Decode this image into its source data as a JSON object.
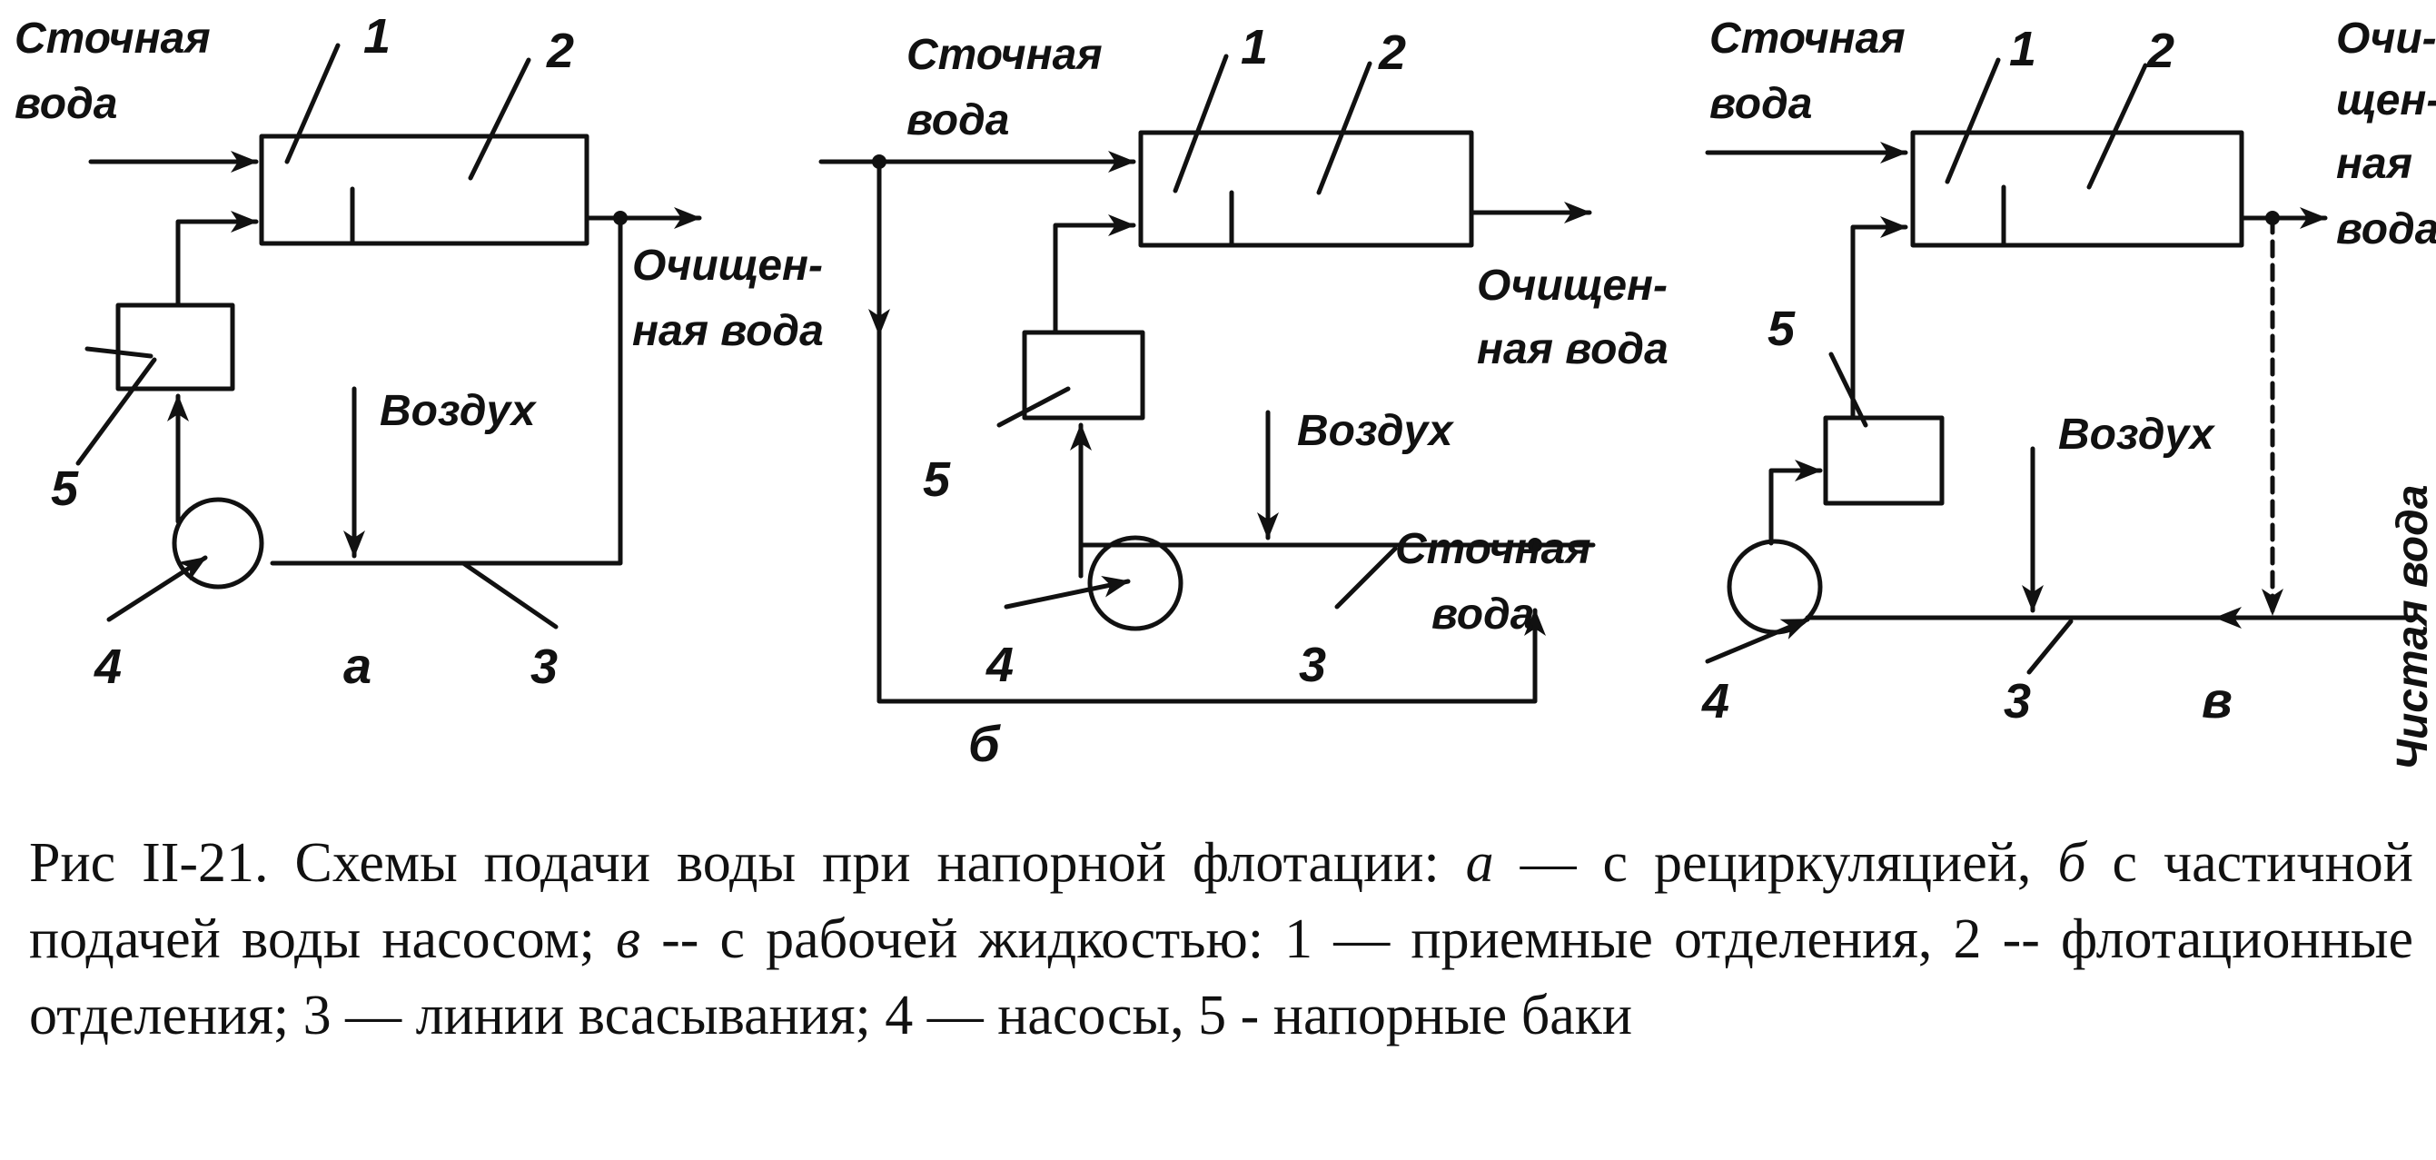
{
  "scheme_a": {
    "wastewater": [
      "Сточная",
      "вода"
    ],
    "treated": [
      "Очищен-",
      "ная вода"
    ],
    "air": "Воздух",
    "n1": "1",
    "n2": "2",
    "n3": "3",
    "n4": "4",
    "n5": "5",
    "letter": "а"
  },
  "scheme_b": {
    "wastewater_top": [
      "Сточная",
      "вода"
    ],
    "treated": [
      "Очищен-",
      "ная вода"
    ],
    "air": "Воздух",
    "wastewater_bottom": [
      "Сточная",
      "вода"
    ],
    "n1": "1",
    "n2": "2",
    "n3": "3",
    "n4": "4",
    "n5": "5",
    "letter": "б"
  },
  "scheme_c": {
    "wastewater": [
      "Сточная",
      "вода"
    ],
    "treated": [
      "Очи-",
      "щен-",
      "ная",
      "вода"
    ],
    "air": "Воздух",
    "clean_water": "Чистая вода",
    "n1": "1",
    "n2": "2",
    "n3": "3",
    "n4": "4",
    "n5": "5",
    "letter": "в"
  },
  "caption": {
    "p1": "Рис II-21. Схемы подачи воды при напорной флотации: ",
    "a": "а",
    "p2": " — с рециркуляцией, ",
    "b": "б",
    "p3": "   с частичной подачей воды насосом; ",
    "c": "в",
    "p4": " -- с рабочей жидкостью: 1 — приемные отделения, 2 -- флотационные отделения; 3 — линии всасывания; 4 — насосы, 5 -   напорные баки"
  }
}
